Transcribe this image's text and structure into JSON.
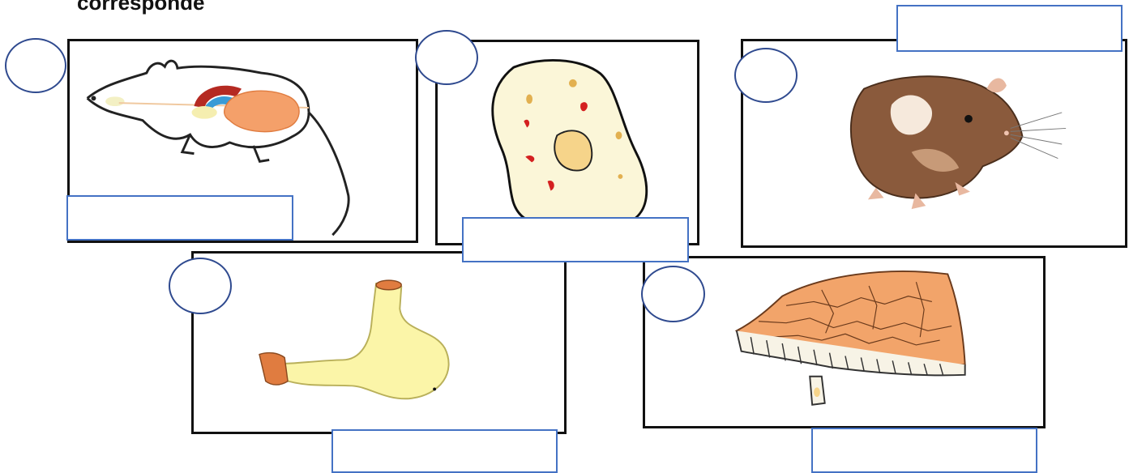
{
  "heading": "correspondé",
  "colors": {
    "frame_border": "#111111",
    "circle_border": "#2f4a8f",
    "answer_border": "#4472c4"
  },
  "items": [
    {
      "picture": "organism-mouse-anatomy",
      "circle_label": "",
      "answer": ""
    },
    {
      "picture": "cell",
      "circle_label": "",
      "answer": ""
    },
    {
      "picture": "mouse",
      "circle_label": "",
      "answer": ""
    },
    {
      "picture": "stomach-organ",
      "circle_label": "",
      "answer": ""
    },
    {
      "picture": "tissue",
      "circle_label": "",
      "answer": ""
    }
  ]
}
